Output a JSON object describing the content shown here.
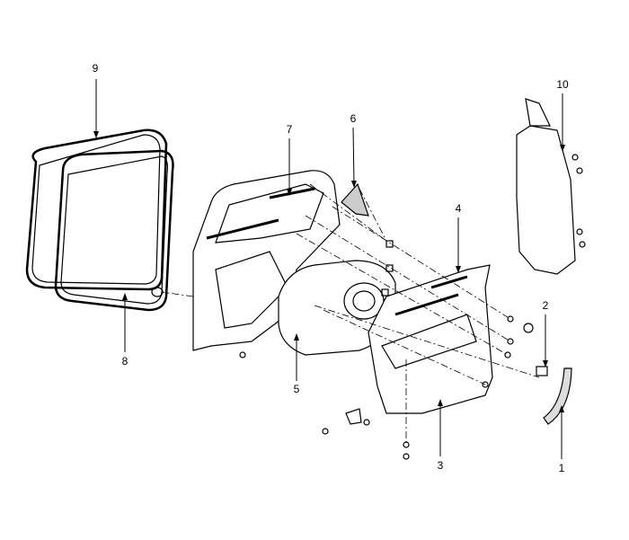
{
  "callouts": [
    {
      "id": "1",
      "label": "1"
    },
    {
      "id": "2",
      "label": "2"
    },
    {
      "id": "3",
      "label": "3"
    },
    {
      "id": "4",
      "label": "4"
    },
    {
      "id": "5",
      "label": "5"
    },
    {
      "id": "6",
      "label": "6"
    },
    {
      "id": "7",
      "label": "7"
    },
    {
      "id": "8",
      "label": "8"
    },
    {
      "id": "9",
      "label": "9"
    },
    {
      "id": "10",
      "label": "10"
    }
  ],
  "colors": {
    "line": "#000000",
    "fill": "#ffffff",
    "shade": "#d8d8d8"
  }
}
